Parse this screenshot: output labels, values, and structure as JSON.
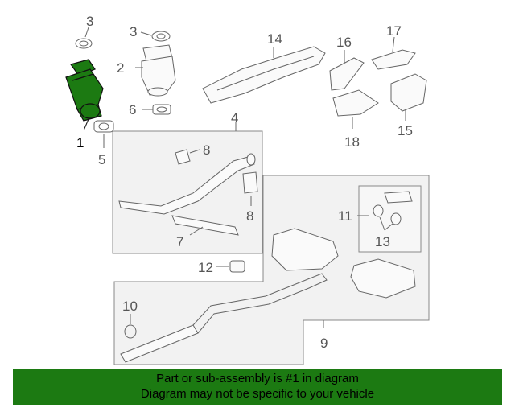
{
  "callouts": {
    "c1": "1",
    "c2": "2",
    "c3a": "3",
    "c3b": "3",
    "c4": "4",
    "c5": "5",
    "c6": "6",
    "c7": "7",
    "c8a": "8",
    "c8b": "8",
    "c9": "9",
    "c10": "10",
    "c11": "11",
    "c12": "12",
    "c13": "13",
    "c14": "14",
    "c15": "15",
    "c16": "16",
    "c17": "17",
    "c18": "18"
  },
  "banner": {
    "line1": "Part or sub-assembly is #1 in diagram",
    "line2": "Diagram may not be specific to your vehicle",
    "color": "#1c7a12"
  },
  "highlight_color": "#1c7a12"
}
